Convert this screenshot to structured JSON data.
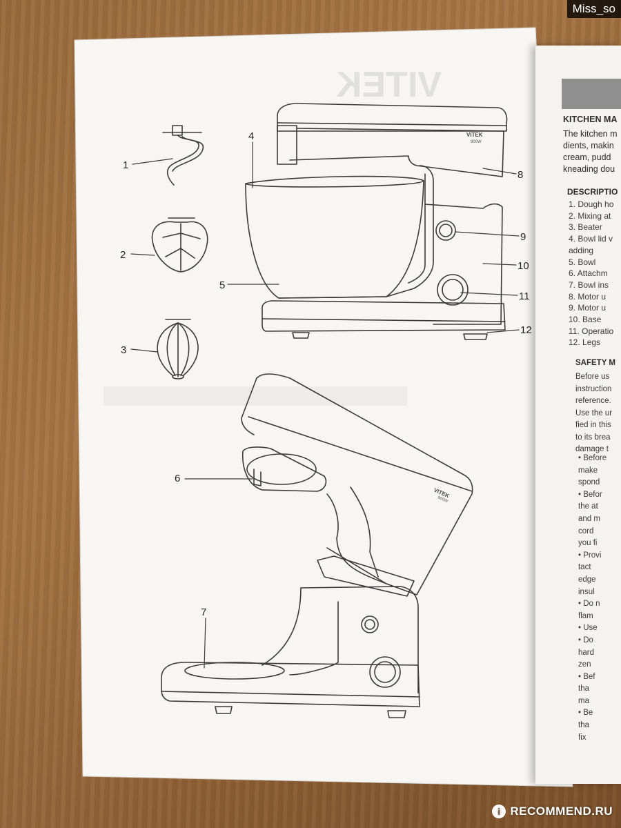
{
  "watermark": {
    "username": "Miss_so",
    "site": "RECOMMEND.RU",
    "badge": "i"
  },
  "diagram": {
    "callouts": [
      "1",
      "2",
      "3",
      "4",
      "5",
      "6",
      "7",
      "8",
      "9",
      "10",
      "11",
      "12"
    ],
    "brand": "VITEK",
    "power": "900W",
    "ghost_header": "VITEK"
  },
  "right_page": {
    "section_title": "KITCHEN MA",
    "intro": [
      "The kitchen m",
      "dients, makin",
      "cream, pudd",
      "kneading dou"
    ],
    "description_title": "DESCRIPTIO",
    "parts": [
      "1.  Dough ho",
      "2.  Mixing at",
      "3.  Beater",
      "4.  Bowl lid v",
      "      adding",
      "5.  Bowl",
      "6.  Attachm",
      "7.  Bowl ins",
      "8.  Motor u",
      "9.  Motor u",
      "10. Base",
      "11. Operatio",
      "12. Legs"
    ],
    "safety_title": "SAFETY M",
    "safety_intro": [
      "Before us",
      "instruction",
      "reference.",
      "Use the ur",
      "fied in this",
      "to its brea",
      "damage t"
    ],
    "bullets": [
      "•  Before",
      "    make",
      "    spond",
      "•  Befor",
      "    the at",
      "    and m",
      "    cord",
      "    you fi",
      "•  Provi",
      "    tact",
      "    edge",
      "    insul",
      "•  Do n",
      "    flam",
      "•  Use",
      "•  Do",
      "    hard",
      "    zen",
      "•  Bef",
      "    tha",
      "    ma",
      "•  Be",
      "    tha",
      "    fix"
    ]
  }
}
